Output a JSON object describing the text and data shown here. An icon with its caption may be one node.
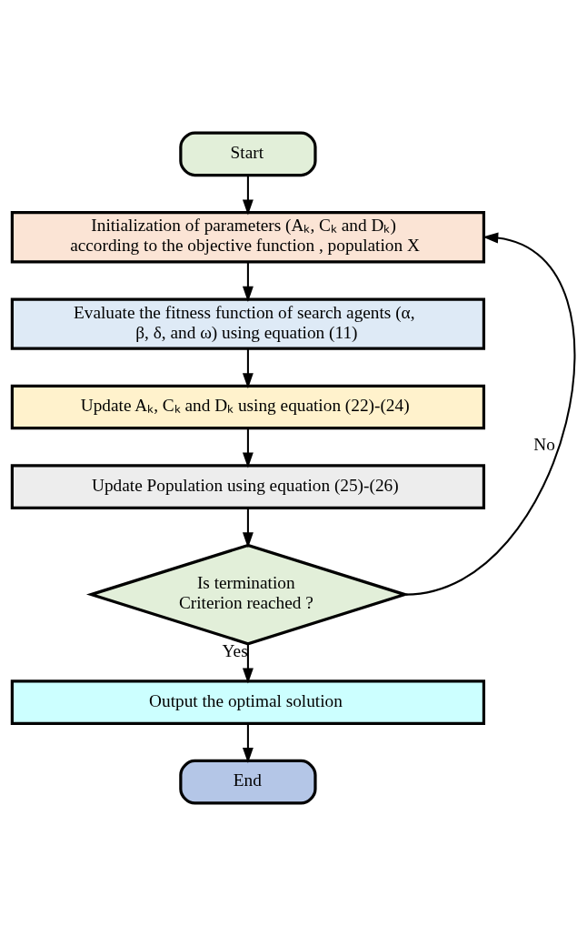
{
  "diagram": {
    "nodes": [
      {
        "text": [
          "Start"
        ]
      },
      {
        "text": [
          "Initialization of parameters (Aₖ, Cₖ and Dₖ) according to the objective function , population X"
        ]
      },
      {
        "text": [
          "Evaluate the fitness function of search agents (α, β, δ, and ω) using equation (11)"
        ]
      },
      {
        "text": [
          "Update Aₖ, Cₖ and Dₖ using equation (22)-(24)"
        ]
      },
      {
        "text": [
          "Update Population using equation (25)-(26)"
        ]
      },
      {
        "text": [
          "Is termination Criterion reached ?"
        ]
      },
      {
        "text": [
          "Output the optimal solution"
        ]
      },
      {
        "text": [
          "End"
        ]
      }
    ],
    "edges": [
      {
        "from": 0,
        "to": 1,
        "arrow": "to"
      },
      {
        "from": 1,
        "to": 2,
        "arrow": "to"
      },
      {
        "from": 2,
        "to": 3,
        "arrow": "to"
      },
      {
        "from": 3,
        "to": 4,
        "arrow": "to"
      },
      {
        "from": 4,
        "to": 5,
        "arrow": "to"
      },
      {
        "from": 5,
        "to": 1,
        "arrow": "to",
        "label": "No"
      },
      {
        "from": 5,
        "to": 6,
        "arrow": "to",
        "label": "Yes"
      },
      {
        "from": 6,
        "to": 7,
        "arrow": "to"
      }
    ]
  }
}
